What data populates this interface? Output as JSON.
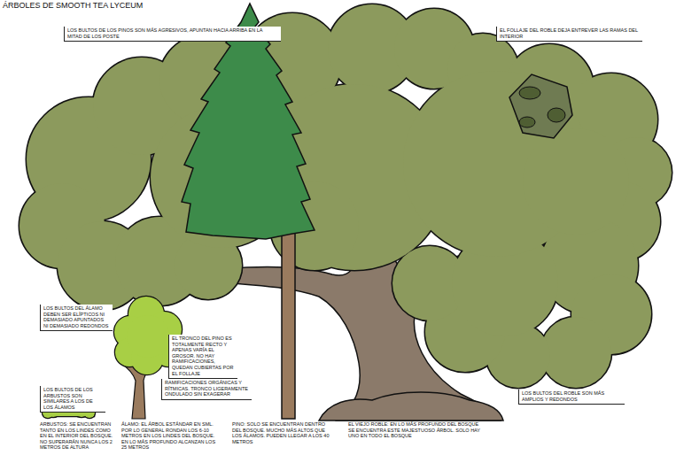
{
  "diagram": {
    "title": "ÁRBOLES DE SMOOTH TEA LYCEUM",
    "labels": [
      "LOS BULTOS DE LOS PINOS SON MÁS AGRESIVOS, APUNTAN HACIA ARRIBA EN LA MITAD DE LOS POSTE",
      "EL FOLLAJE DEL ROBLE DEJA ENTREVER LAS RAMAS DEL INTERIOR",
      "LOS BULTOS DEL ÁLAMO DEBEN SER ELÍPTICOS NI DEMASIADO APUNTADOS NI DEMASIADO REDONDOS",
      "EL TRONCO DEL PINO ES TOTALMENTE RECTO Y APENAS VARÍA EL GROSOR. NO HAY RAMIFICACIONES, QUEDAN CUBIERTAS POR EL FOLLAJE",
      "RAMIFICACIONES ORGÁNICAS Y RÍTMICAS. TRONCO LIGERAMENTE ONDULADO SIN EXAGERAR",
      "LOS BULTOS DE LOS ARBUSTOS SON SIMILARES A LOS DE LOS ÁLAMOS",
      "LOS BULTOS DEL ROBLE SON MÁS AMPLIOS Y REDONDOS",
      "ARBUSTOS: SE ENCUENTRAN TANTO EN LOS LINDES COMO EN EL INTERIOR DEL BOSQUE. NO SUPERARÁN NUNCA LOS 2 METROS DE ALTURA",
      "ÁLAMO: EL ÁRBOL ESTÁNDAR EN SML. POR LO GENERAL RONDAN LOS 6-10 METROS EN LOS LINDES DEL BOSQUE. EN LO MÁS PROFUNDO ALCANZAN LOS 25 METROS",
      "PINO: SOLO SE ENCUENTRAN DENTRO DEL BOSQUE. MUCHO MÁS ALTOS QUE LOS ÁLAMOS. PUEDEN LLEGAR A LOS 40 METROS",
      "EL VIEJO ROBLE: EN LO MÁS PROFUNDO DEL BOSQUE SE ENCUENTRA ESTE MAJESTUOSO ÁRBOL. SOLO HAY UNO EN TODO EL BOSQUE"
    ]
  }
}
